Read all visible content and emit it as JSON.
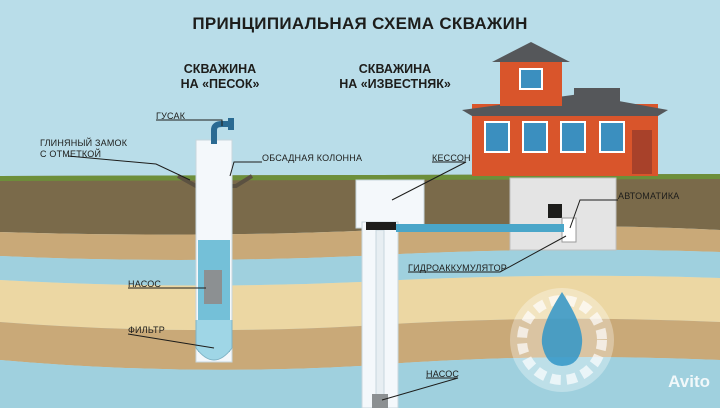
{
  "title": "ПРИНЦИПИАЛЬНАЯ СХЕМА СКВАЖИН",
  "wells": [
    {
      "line1": "СКВАЖИНА",
      "line2": "НА «ПЕСОК»"
    },
    {
      "line1": "СКВАЖИНА",
      "line2": "НА «ИЗВЕСТНЯК»"
    }
  ],
  "labels": {
    "gusak": "ГУСАК",
    "clay_lock_1": "ГЛИНЯНЫЙ ЗАМОК",
    "clay_lock_2": "С ОТМЕТКОЙ",
    "casing": "ОБСАДНАЯ КОЛОННА",
    "pump_left": "НАСОС",
    "filter": "ФИЛЬТР",
    "caisson": "КЕССОН",
    "automation": "АВТОМАТИКА",
    "accumulator": "ГИДРОАККУМУЛЯТОР",
    "pump_right": "НАСОС"
  },
  "watermark": "Avito",
  "colors": {
    "sky": "#b9dde9",
    "topsoil": "#7a6a4a",
    "grass": "#6d8f3a",
    "clay": "#c9a978",
    "water_layer": "#9fd0de",
    "sand": "#ecd7a3",
    "house_wall": "#d9552b",
    "roof": "#55575a",
    "pipe_water": "#4aa6c9"
  }
}
